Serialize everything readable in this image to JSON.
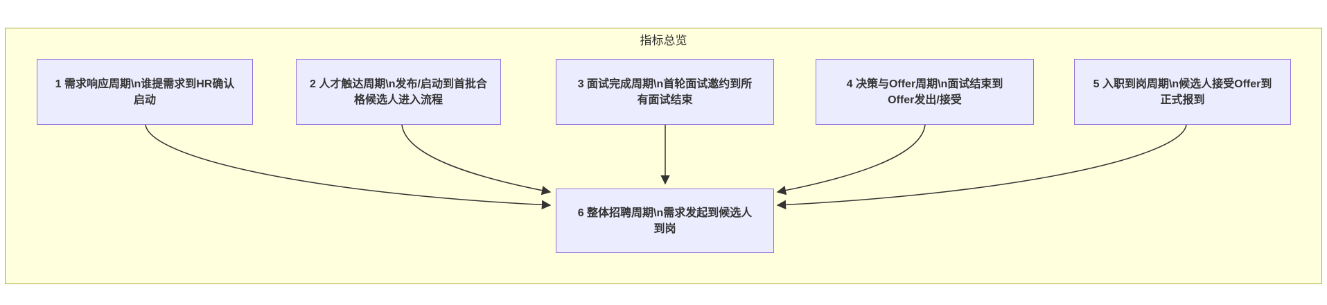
{
  "diagram": {
    "title": "指标总览",
    "nodes": [
      {
        "id": "1",
        "label": "1 需求响应周期\\n谁提需求到HR确认启动",
        "lines": [
          "1 需求响应周期\\n谁提需求到HR确认",
          "启动"
        ]
      },
      {
        "id": "2",
        "label": "2 人才触达周期\\n发布/启动到首批合格候选人进入流程",
        "lines": [
          "2 人才触达周期\\n发布/启动到首批合",
          "格候选人进入流程"
        ]
      },
      {
        "id": "3",
        "label": "3 面试完成周期\\n首轮面试邀约到所有面试结束",
        "lines": [
          "3 面试完成周期\\n首轮面试邀约到所",
          "有面试结束"
        ]
      },
      {
        "id": "4",
        "label": "4 决策与Offer周期\\n面试结束到Offer发出/接受",
        "lines": [
          "4 决策与Offer周期\\n面试结束到",
          "Offer发出/接受"
        ]
      },
      {
        "id": "5",
        "label": "5 入职到岗周期\\n候选人接受Offer到正式报到",
        "lines": [
          "5 入职到岗周期\\n候选人接受Offer到",
          "正式报到"
        ]
      },
      {
        "id": "6",
        "label": "6 整体招聘周期\\n需求发起到候选人到岗",
        "lines": [
          "6 整体招聘周期\\n需求发起到候选人",
          "到岗"
        ]
      }
    ],
    "edges": [
      {
        "from": "1",
        "to": "6"
      },
      {
        "from": "2",
        "to": "6"
      },
      {
        "from": "3",
        "to": "6"
      },
      {
        "from": "4",
        "to": "6"
      },
      {
        "from": "5",
        "to": "6"
      }
    ],
    "colors": {
      "cluster_fill": "#ffffde",
      "cluster_border": "#aaaa33",
      "node_fill": "#ececff",
      "node_border": "#9370db",
      "edge_stroke": "#333333",
      "text": "#333333"
    }
  }
}
